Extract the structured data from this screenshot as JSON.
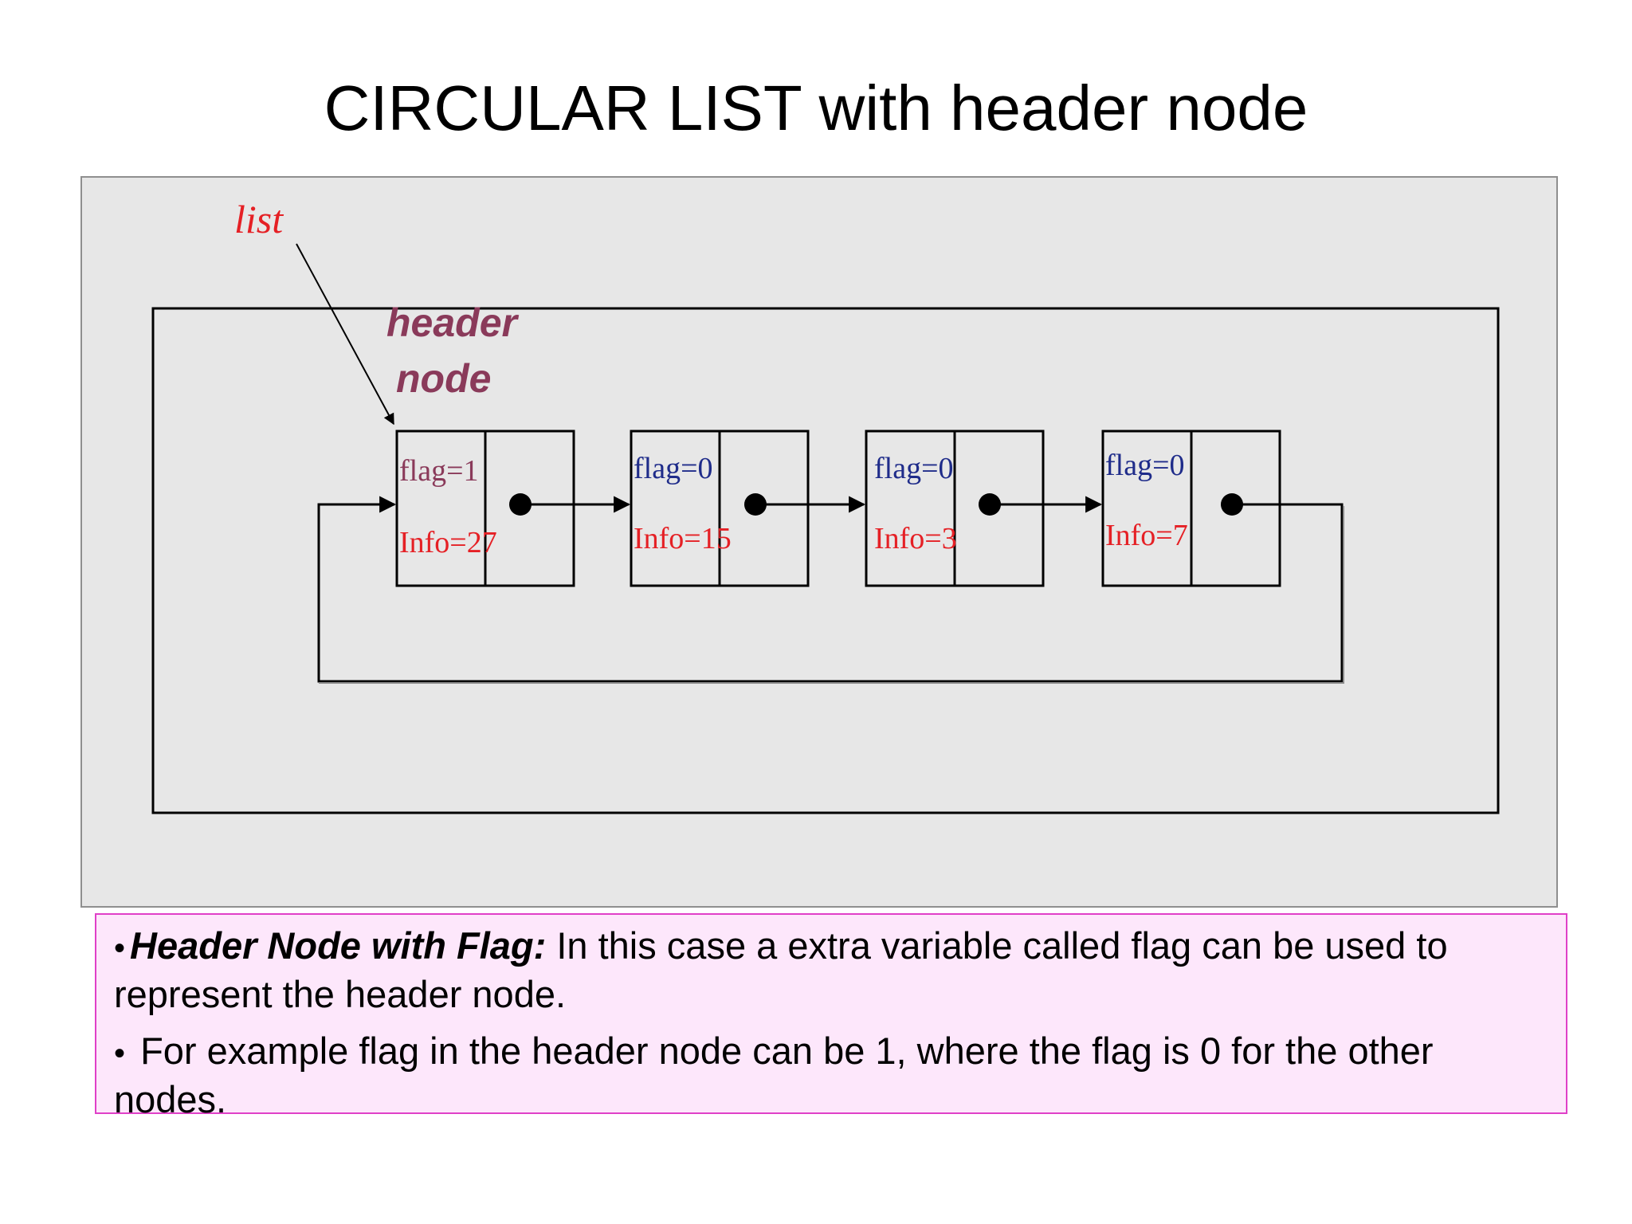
{
  "title": "CIRCULAR LIST with header node",
  "diagram": {
    "list_label": "list",
    "header_node_label": [
      "header",
      "node"
    ],
    "nodes": [
      {
        "flag": "flag=1",
        "info": "Info=27"
      },
      {
        "flag": "flag=0",
        "info": "Info=15"
      },
      {
        "flag": "flag=0",
        "info": "Info=3"
      },
      {
        "flag": "flag=0",
        "info": "Info=7"
      }
    ],
    "colors": {
      "panel_bg": "#e7e7e7",
      "list_label": "#e52025",
      "header_label": "#8a3a5a",
      "header_flag": "#8a3a5a",
      "node_flag": "#1f2c8a",
      "info": "#e52025",
      "line": "#000000",
      "return_line": "#8a8a8a"
    }
  },
  "notes": {
    "bullet_symbol": "•",
    "item1_bold": "Header Node with Flag:",
    "item1_text": " In this case a extra variable called flag can be used to represent the header node.",
    "item2_text": " For example flag in the header node can be 1, where the flag is 0 for the other nodes."
  }
}
